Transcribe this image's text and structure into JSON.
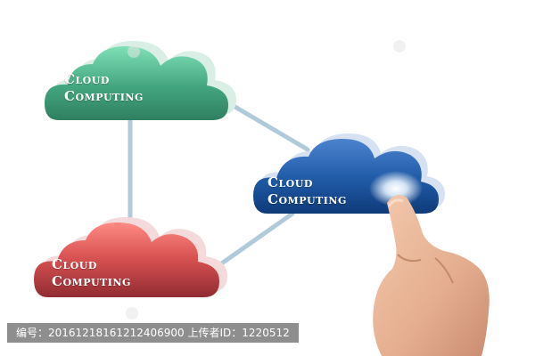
{
  "clouds": {
    "green": {
      "line1": "Cloud",
      "line2": "Computing",
      "color": "#3f9a77"
    },
    "blue": {
      "line1": "Cloud",
      "line2": "Computing",
      "color": "#1d4f93"
    },
    "red": {
      "line1": "Cloud",
      "line2": "Computing",
      "color": "#b63c3f"
    }
  },
  "connector_color": "#a9c5d6",
  "watermark": {
    "text": "编号：20161218161212406900 上传者ID：1220512"
  }
}
